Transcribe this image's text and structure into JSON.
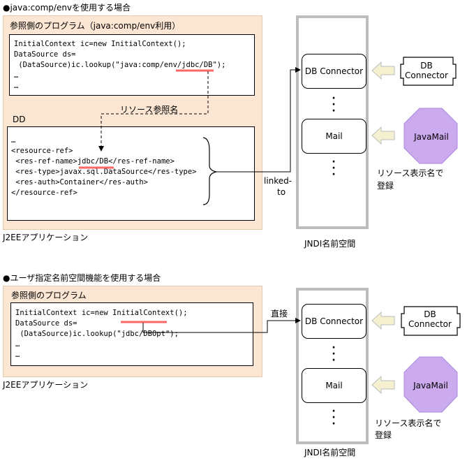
{
  "colors": {
    "app_background": "#fbe5d3",
    "jndi_border": "#bdbdbd",
    "underline": "#ff6666",
    "javamail_fill": "#ccaaee",
    "arrow_fill": "#f4f0d0"
  },
  "section1": {
    "heading": "●java:comp/envを使用する場合",
    "program_title": "参照側のプログラム（java:comp/env利用）",
    "code": [
      "InitialContext ic=new InitialContext();",
      "DataSource ds=",
      " (DataSource)ic.lookup(\"java:comp/env/jdbc/DB\");",
      "…",
      "…"
    ],
    "lookup_prefix": " (DataSource)ic.lookup(\"java:comp/env/",
    "lookup_name": "jdbc/DB",
    "lookup_suffix": "\");",
    "ref_label": "リソース参照名",
    "dd_label": "DD",
    "dd_code": [
      "…",
      "<resource-ref>",
      " <res-ref-name>jdbc/DB</res-ref-name>",
      " <res-type>javax.sql.DataSource</res-type>",
      " <res-auth>Container</res-auth>",
      "</resource-ref>"
    ],
    "dd_ref_prefix": " <res-ref-name>",
    "dd_ref_name": "jdbc/DB",
    "dd_ref_suffix": "</res-ref-name>",
    "linked_line1": "linked-",
    "linked_line2": "to",
    "app_label": "J2EEアプリケーション",
    "jndi_label": "JNDI名前空間",
    "node_db": "DB Connector",
    "node_mail": "Mail",
    "ext_db_line1": "DB",
    "ext_db_line2": "Connector",
    "ext_mail": "JavaMail",
    "display_name_line1": "リソース表示名で",
    "display_name_line2": "登録"
  },
  "section2": {
    "heading": "●ユーザ指定名前空間機能を使用する場合",
    "program_title": "参照側のプログラム",
    "code": [
      "InitialContext ic=new InitialContext();",
      "DataSource ds=",
      " (DataSource)ic.lookup(\"jdbc/DBOpt\");",
      "…",
      "…"
    ],
    "lookup_prefix": " (DataSource)ic.lookup(\"",
    "lookup_name": "jdbc/DBOpt",
    "lookup_suffix": "\");",
    "direct_label": "直接",
    "app_label": "J2EEアプリケーション",
    "jndi_label": "JNDI名前空間",
    "node_db": "DB Connector",
    "node_mail": "Mail",
    "ext_db_line1": "DB",
    "ext_db_line2": "Connector",
    "ext_mail": "JavaMail",
    "display_name_line1": "リソース表示名で",
    "display_name_line2": "登録"
  }
}
